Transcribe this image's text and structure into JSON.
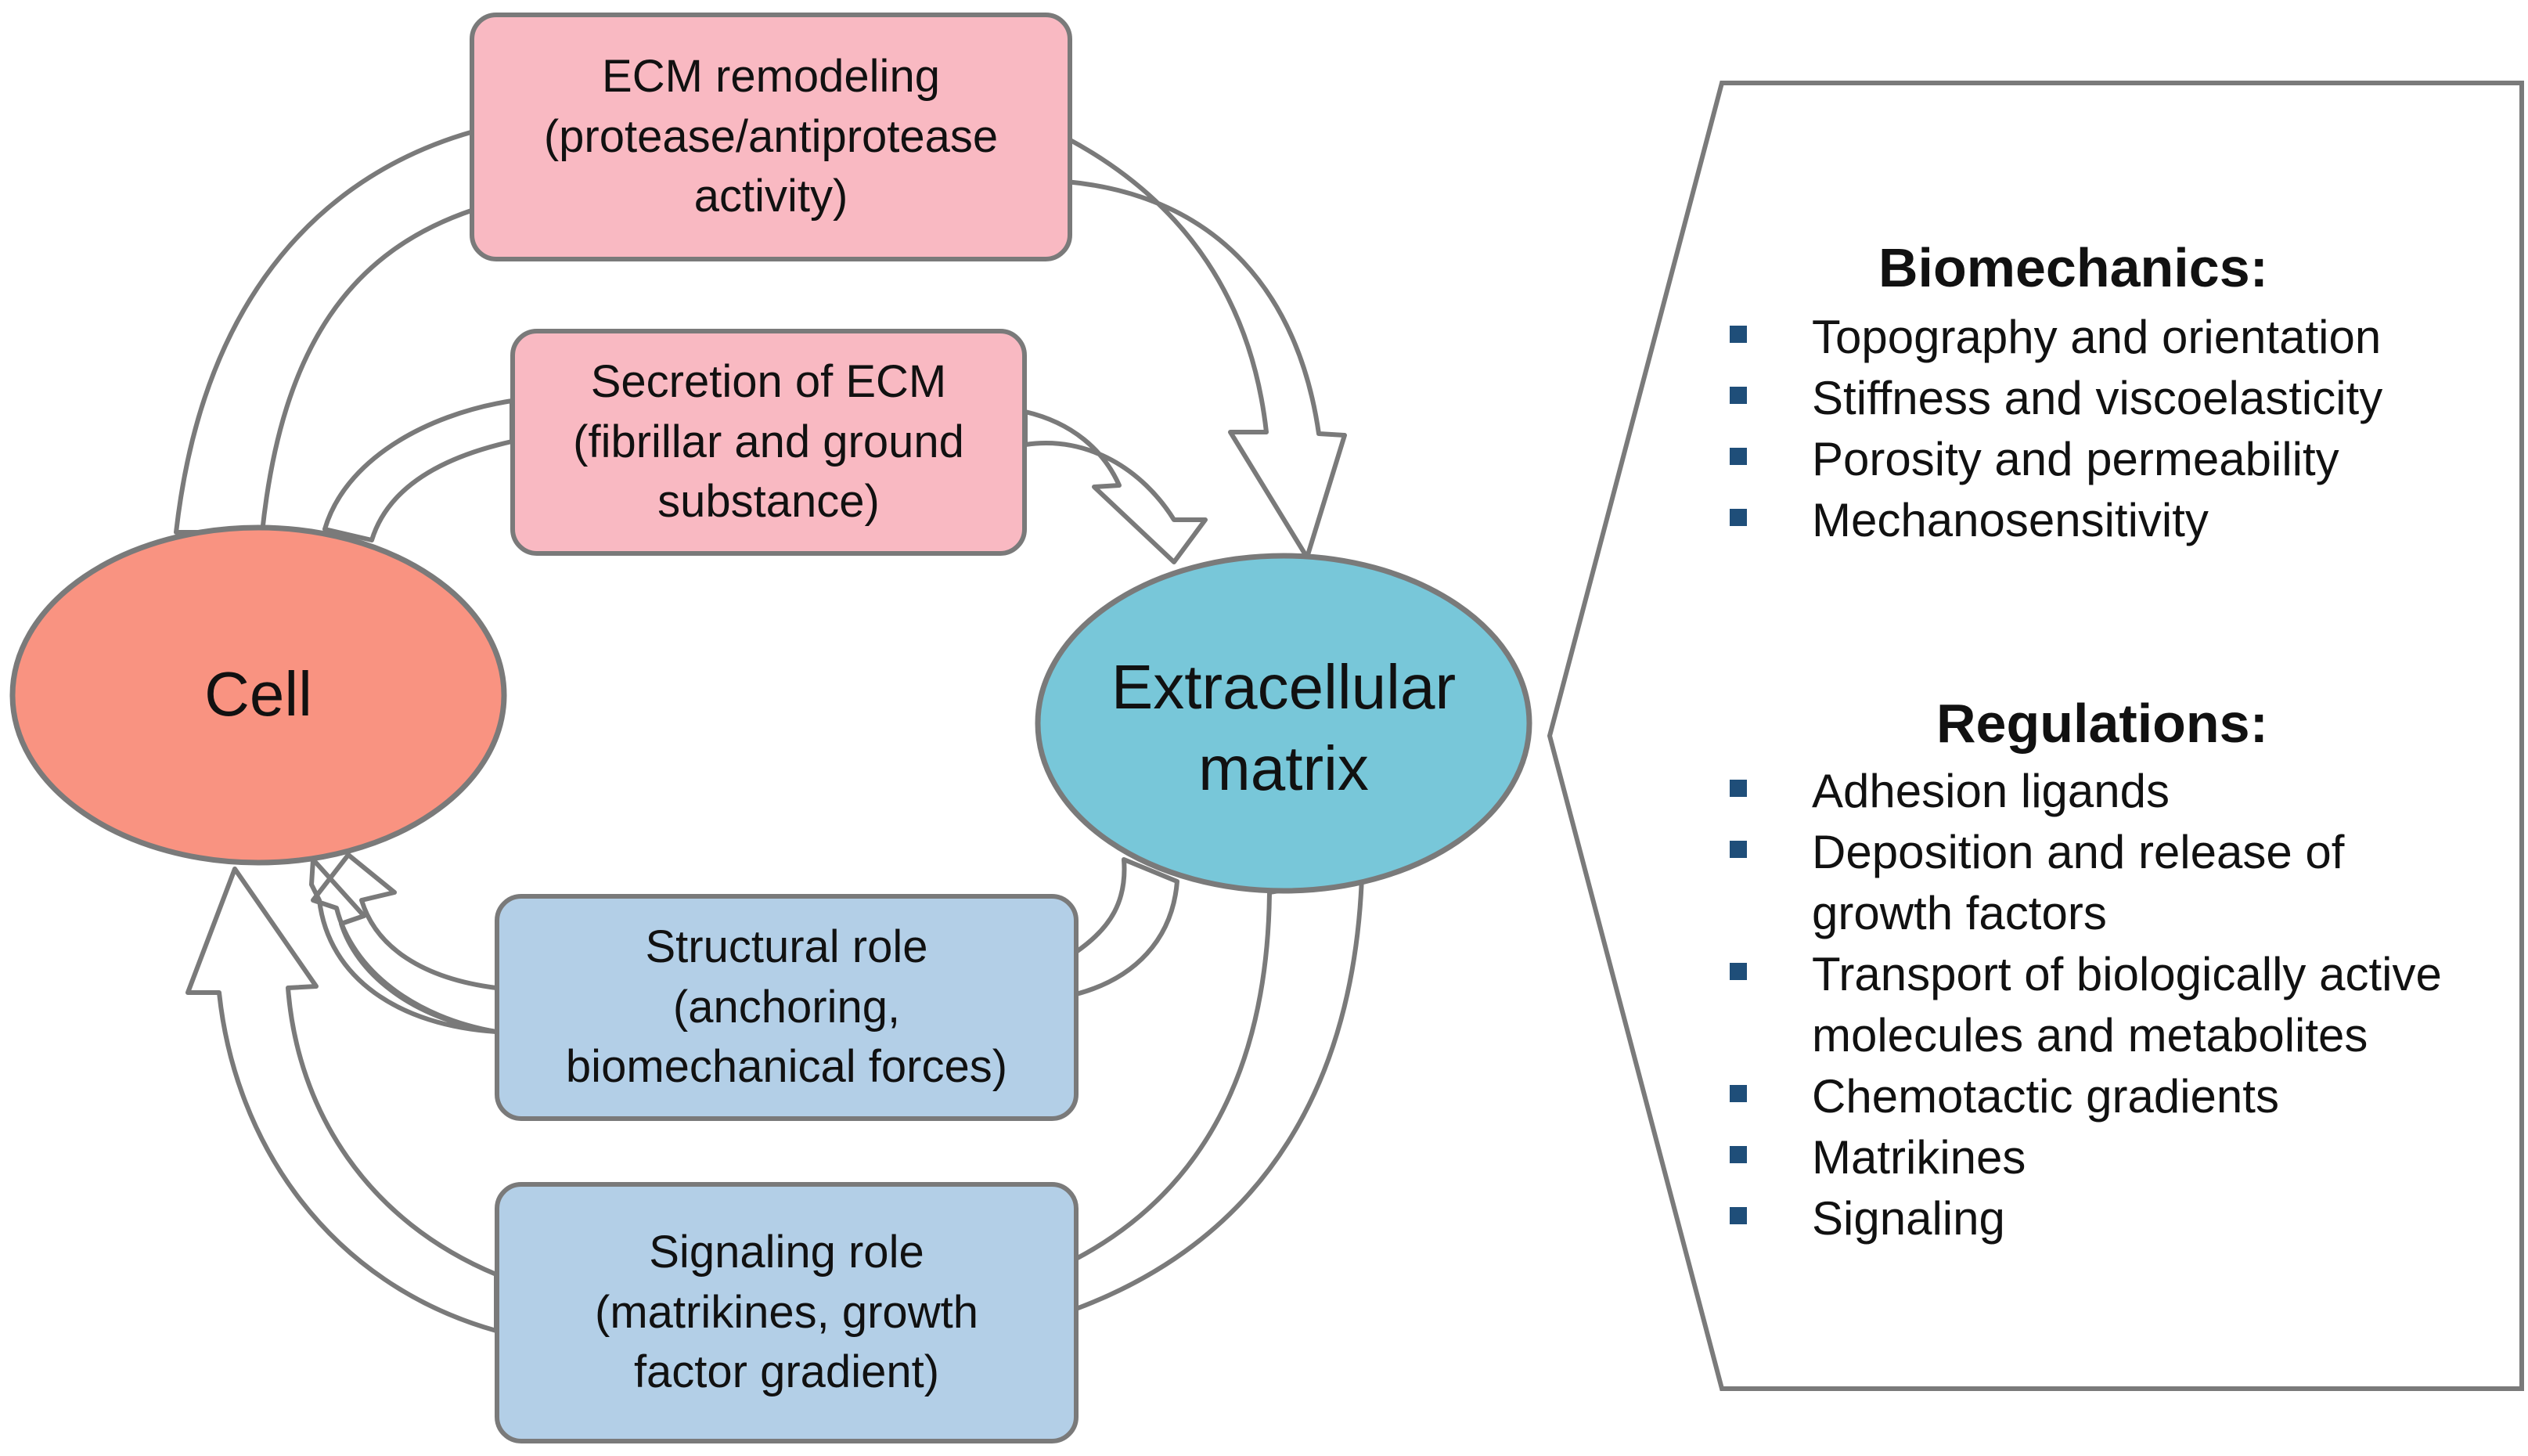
{
  "nodes": {
    "cell": "Cell",
    "ecm": [
      "Extracellular",
      "matrix"
    ]
  },
  "boxes": {
    "ecm_remodeling": [
      "ECM remodeling",
      "(protease/antiprotease",
      "activity)"
    ],
    "secretion": [
      "Secretion of ECM",
      "(fibrillar and ground",
      "substance)"
    ],
    "structural": [
      "Structural role",
      "(anchoring,",
      "biomechanical forces)"
    ],
    "signaling": [
      "Signaling role",
      "(matrikines, growth",
      "factor gradient)"
    ]
  },
  "panel": {
    "biomechanics": {
      "title": "Biomechanics:",
      "items": [
        "Topography and orientation",
        "Stiffness and viscoelasticity",
        "Porosity and permeability",
        "Mechanosensitivity"
      ]
    },
    "regulations": {
      "title": "Regulations:",
      "items": [
        [
          "Adhesion ligands"
        ],
        [
          "Deposition and release of",
          "growth factors"
        ],
        [
          "Transport of biologically active",
          "molecules and metabolites"
        ],
        [
          "Chemotactic gradients"
        ],
        [
          "Matrikines"
        ],
        [
          "Signaling"
        ]
      ]
    }
  },
  "colors": {
    "cell_fill": "#f99381",
    "ecm_fill": "#78c7d9",
    "pink_box": "#f9b9c2",
    "blue_box": "#b3cfe7",
    "outline": "#7a7a7a",
    "bullet": "#1f4e79"
  }
}
